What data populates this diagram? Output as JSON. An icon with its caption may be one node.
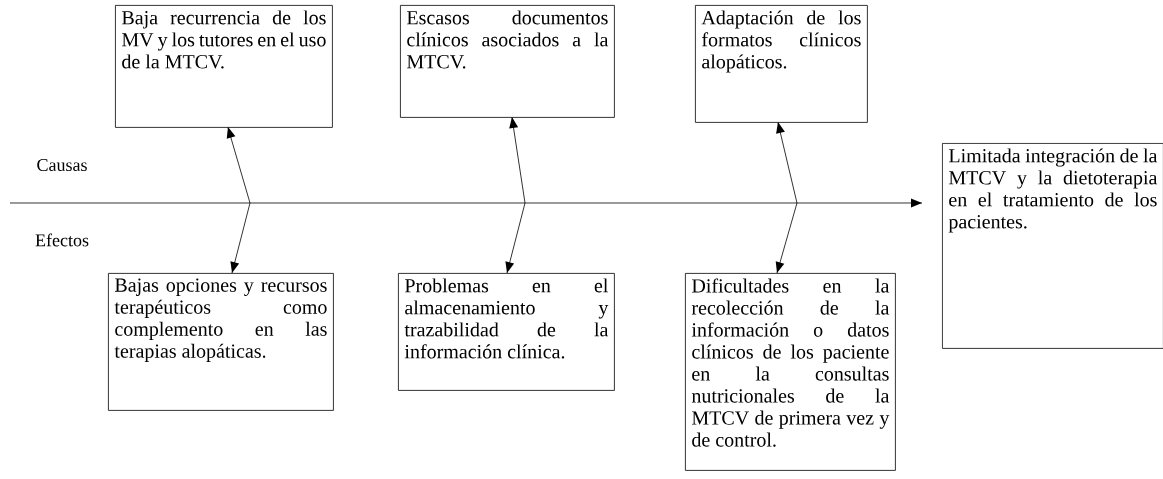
{
  "diagram": {
    "nodes": [
      {
        "text": [
          "Baja recurrencia de los MV y los tutores en el uso de la MTCV."
        ]
      },
      {
        "text": [
          "Escasos documentos clínicos asociados a la MTCV."
        ]
      },
      {
        "text": [
          "Adaptación de los formatos clínicos alopáticos."
        ]
      },
      {
        "text": [
          "Bajas opciones y recursos terapéuticos como complemento en las terapias alopáticas."
        ]
      },
      {
        "text": [
          "Problemas en el almacenamiento y trazabilidad de la información clínica."
        ]
      },
      {
        "text": [
          "Dificultades en la recolección de la información o datos clínicos de los paciente en la consultas nutricionales de la MTCV de primera vez y de control."
        ]
      },
      {
        "text": [
          "Limitada integración de la MTCV y la dietoterapia en el tratamiento de los pacientes."
        ]
      }
    ],
    "edges": [
      {
        "from": 0,
        "to": 3,
        "arrow": "both"
      },
      {
        "from": 1,
        "to": 4,
        "arrow": "both"
      },
      {
        "from": 2,
        "to": 5,
        "arrow": "both"
      },
      {
        "from": null,
        "to": 6,
        "arrow": "to"
      }
    ],
    "labels": [
      "Causas",
      "Efectos"
    ]
  }
}
